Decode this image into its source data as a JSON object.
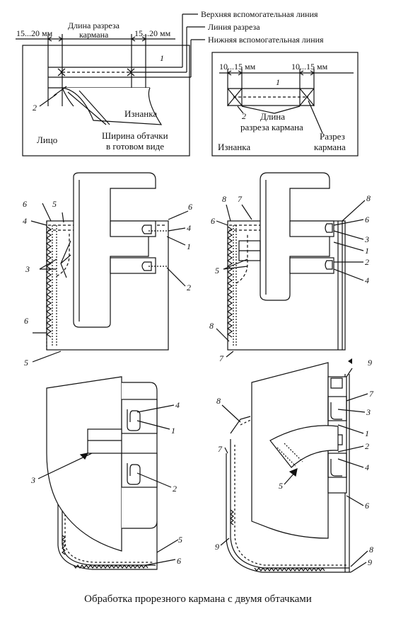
{
  "top_left": {
    "dim_left": "15...20 мм",
    "dim_center_l1": "Длина разреза",
    "dim_center_l2": "кармана",
    "dim_right": "15...20 мм",
    "label_izn": "Изнанка",
    "label_face": "Лицо",
    "width_l1": "Ширина обтачки",
    "width_l2": "в готовом виде",
    "n1": "1",
    "n2": "2"
  },
  "legend": {
    "upper": "Верхняя вспомогательная линия",
    "cut": "Линия разреза",
    "lower": "Нижняя вспомогательная линия"
  },
  "top_right": {
    "dim_left": "10...15 мм",
    "dim_right": "10...15 мм",
    "n1": "1",
    "n2": "2",
    "len_l1": "Длина",
    "len_l2": "разреза кармана",
    "cut_l1": "Разрез",
    "cut_l2": "кармана",
    "label_izn": "Изнанка"
  },
  "fig_a": {
    "n6a": "6",
    "n5a": "5",
    "n4a": "4",
    "n3": "3",
    "n6b": "6",
    "n5b": "5",
    "n6c": "6",
    "n4b": "4",
    "n1": "1",
    "n2": "2"
  },
  "fig_b": {
    "n8a": "8",
    "n7a": "7",
    "n6a": "6",
    "n5": "5",
    "n8b": "8",
    "n7b": "7",
    "n8c": "8",
    "n6b": "6",
    "n3": "3",
    "n1": "1",
    "n2": "2",
    "n4": "4"
  },
  "fig_c": {
    "n4": "4",
    "n1": "1",
    "n3": "3",
    "n2": "2",
    "n5": "5",
    "n6": "6"
  },
  "fig_d": {
    "n9a": "9",
    "n7a": "7",
    "n3": "3",
    "n1": "1",
    "n2": "2",
    "n4": "4",
    "n6": "6",
    "n8a": "8",
    "n7b": "7",
    "n5": "5",
    "n9b": "9",
    "n8b": "8",
    "n9c": "9"
  },
  "caption": "Обработка прорезного кармана с двумя обтачками"
}
